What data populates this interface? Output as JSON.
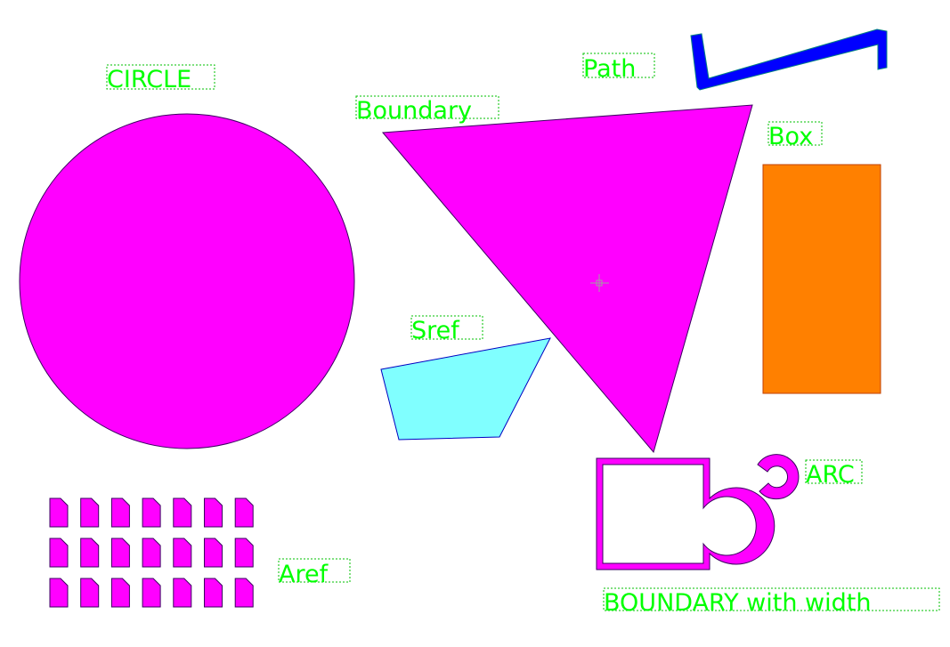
{
  "colors": {
    "background": "#ffffff",
    "label_text": "#00ff00",
    "label_box": "#00c000",
    "magenta_fill": "#ff00ff",
    "dark_outline": "#3a0060",
    "orange_fill": "#ff8000",
    "orange_outline": "#c04000",
    "cyan_fill": "#80ffff",
    "cyan_outline": "#0000c0",
    "path_blue": "#0000ff",
    "path_outline": "#008080",
    "crosshair": "#a0a0a0"
  },
  "labels": {
    "circle": "CIRCLE",
    "path": "Path",
    "boundary": "Boundary",
    "box": "Box",
    "sref": "Sref",
    "arc": "ARC",
    "aref": "Aref",
    "boundary_width": "BOUNDARY with width"
  },
  "aref": {
    "rows": 3,
    "columns": 7
  },
  "icons": {
    "center_marker": "crosshair-icon"
  }
}
